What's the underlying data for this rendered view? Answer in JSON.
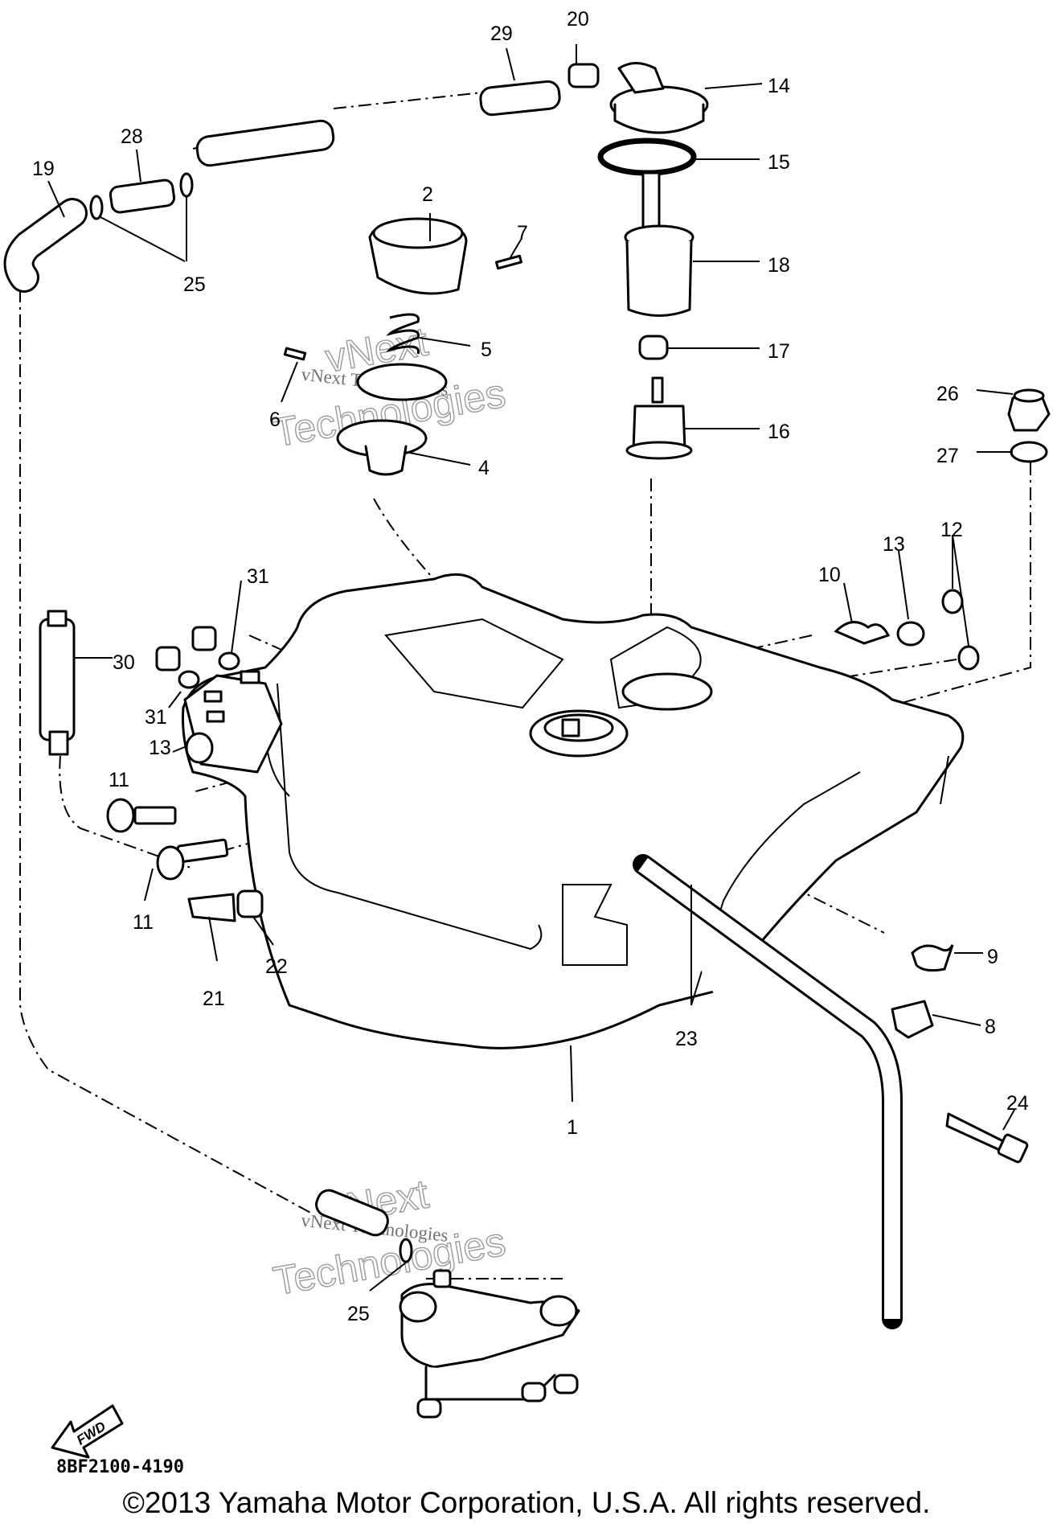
{
  "diagram": {
    "part_numbers": [
      "1",
      "2",
      "4",
      "5",
      "6",
      "7",
      "8",
      "9",
      "10",
      "11",
      "12",
      "13",
      "14",
      "15",
      "16",
      "17",
      "18",
      "19",
      "20",
      "21",
      "22",
      "23",
      "24",
      "25",
      "26",
      "27",
      "28",
      "29",
      "30",
      "31"
    ],
    "fwd_label": "FWD",
    "drawing_code": "8BF2100-4190",
    "copyright": "©2013 Yamaha Motor Corporation, U.S.A. All rights reserved.",
    "watermark_line1": "vNext Technologies",
    "watermark_line2a": "vNext",
    "watermark_line2b": "Technologies"
  }
}
